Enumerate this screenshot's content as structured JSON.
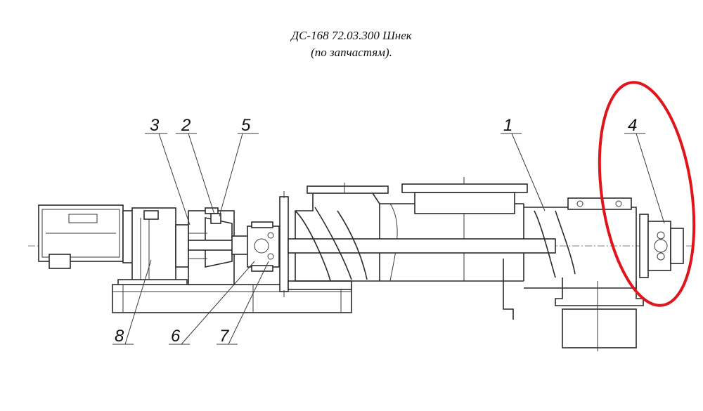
{
  "title": {
    "line1": "ДС-168 72.03.300 Шнек",
    "line2": "(по запчастям)."
  },
  "callouts": [
    {
      "id": "c1",
      "label": "1"
    },
    {
      "id": "c2",
      "label": "2"
    },
    {
      "id": "c3",
      "label": "3"
    },
    {
      "id": "c4",
      "label": "4"
    },
    {
      "id": "c5",
      "label": "5"
    },
    {
      "id": "c6",
      "label": "6"
    },
    {
      "id": "c7",
      "label": "7"
    },
    {
      "id": "c8",
      "label": "8"
    }
  ],
  "colors": {
    "highlight_ellipse": "#e0141b",
    "line": "#2a2a2a"
  }
}
